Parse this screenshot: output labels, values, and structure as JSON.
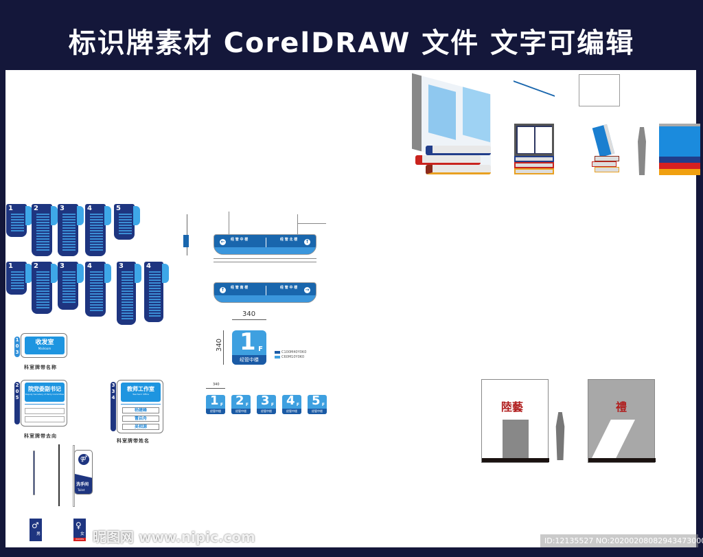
{
  "header": {
    "title": "标识牌素材 CorelDRAW 文件 文字可编辑"
  },
  "directory_boards": {
    "row1": [
      "1",
      "2",
      "3",
      "4",
      "5"
    ],
    "row2": [
      "1",
      "2",
      "3",
      "4",
      "3",
      "4"
    ]
  },
  "hanging_signs": [
    {
      "left": "经 管 中 楼",
      "right": "经 管 北 楼"
    },
    {
      "left": "经 管 南 楼",
      "right": "经 管 中 楼"
    }
  ],
  "floor_sign": {
    "number": "1",
    "suffix": "F",
    "label": "经管中楼",
    "width_dim": "340",
    "height_dim": "340",
    "legend": [
      "C100M40Y0K0",
      "C60M10Y0K0"
    ],
    "colors": [
      "#1a5aa5",
      "#3ea0e0"
    ]
  },
  "floor_series": {
    "dim": "340",
    "items": [
      "1",
      "2",
      "3",
      "4",
      "5"
    ],
    "suffix": "F",
    "label": "经管中楼"
  },
  "room_signs": [
    {
      "number": "103",
      "name": "收发室",
      "en": "Mailroom",
      "caption": "科室牌带名称"
    },
    {
      "number": "205",
      "name": "院党委副书记",
      "en": "Deputy Secretary of Party Committee",
      "caption": "科室牌带去向"
    },
    {
      "number": "334",
      "name": "教师工作室",
      "en": "Teachers' Office",
      "caption": "科室牌带姓名",
      "people": [
        "杨建峰",
        "曹启舟",
        "吴相源"
      ]
    }
  ],
  "toilet_sign": {
    "name": "洗手间",
    "en": "Toilet"
  },
  "restroom_signs": {
    "men": "男",
    "women": "女",
    "women_en": "WOMEN"
  },
  "art_panels": [
    {
      "title": "陸藝"
    },
    {
      "title": "禮"
    }
  ],
  "watermarks": {
    "site": "昵图网 www.nipic.com",
    "id": "ID:12135527 NO:20200208082943473000"
  }
}
